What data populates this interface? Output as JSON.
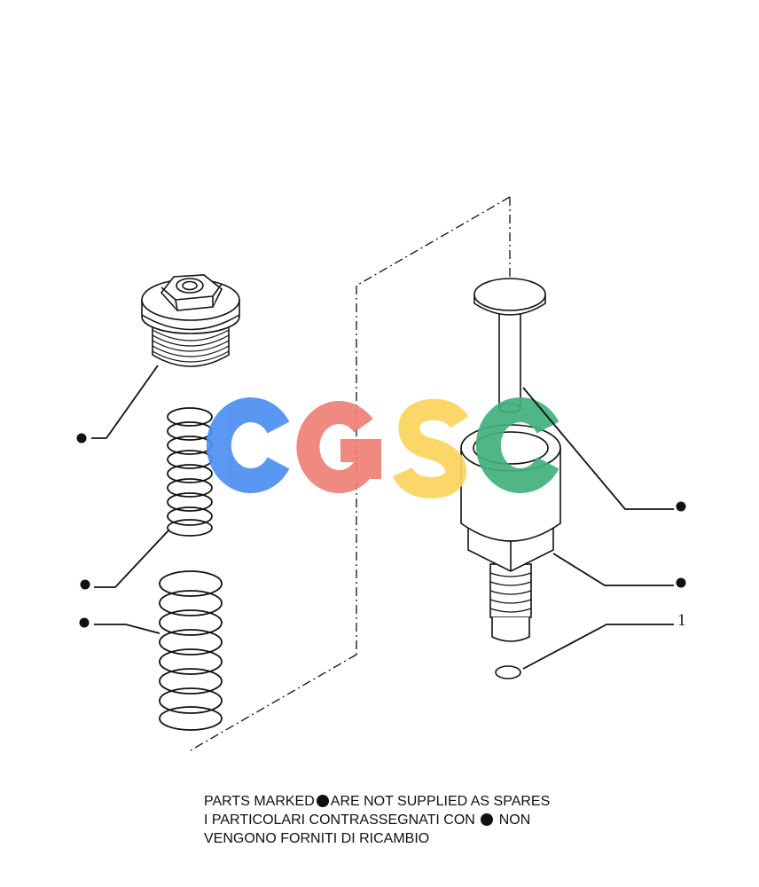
{
  "callouts": {
    "o_ring": "1"
  },
  "notes": {
    "line1_part1": "PARTS MARKED",
    "line1_part2": "ARE NOT SUPPLIED AS SPARES",
    "line2_part1": "I  PARTICOLARI  CONTRASSEGNATI  CON",
    "line2_part2": "NON",
    "line3": "VENGONO FORNITI DI RICAMBIO"
  },
  "watermark": {
    "letters": [
      "C",
      "G",
      "S",
      "C"
    ],
    "colors": [
      "#4d8ff2",
      "#ef8076",
      "#fbd35c",
      "#42b07c"
    ]
  }
}
